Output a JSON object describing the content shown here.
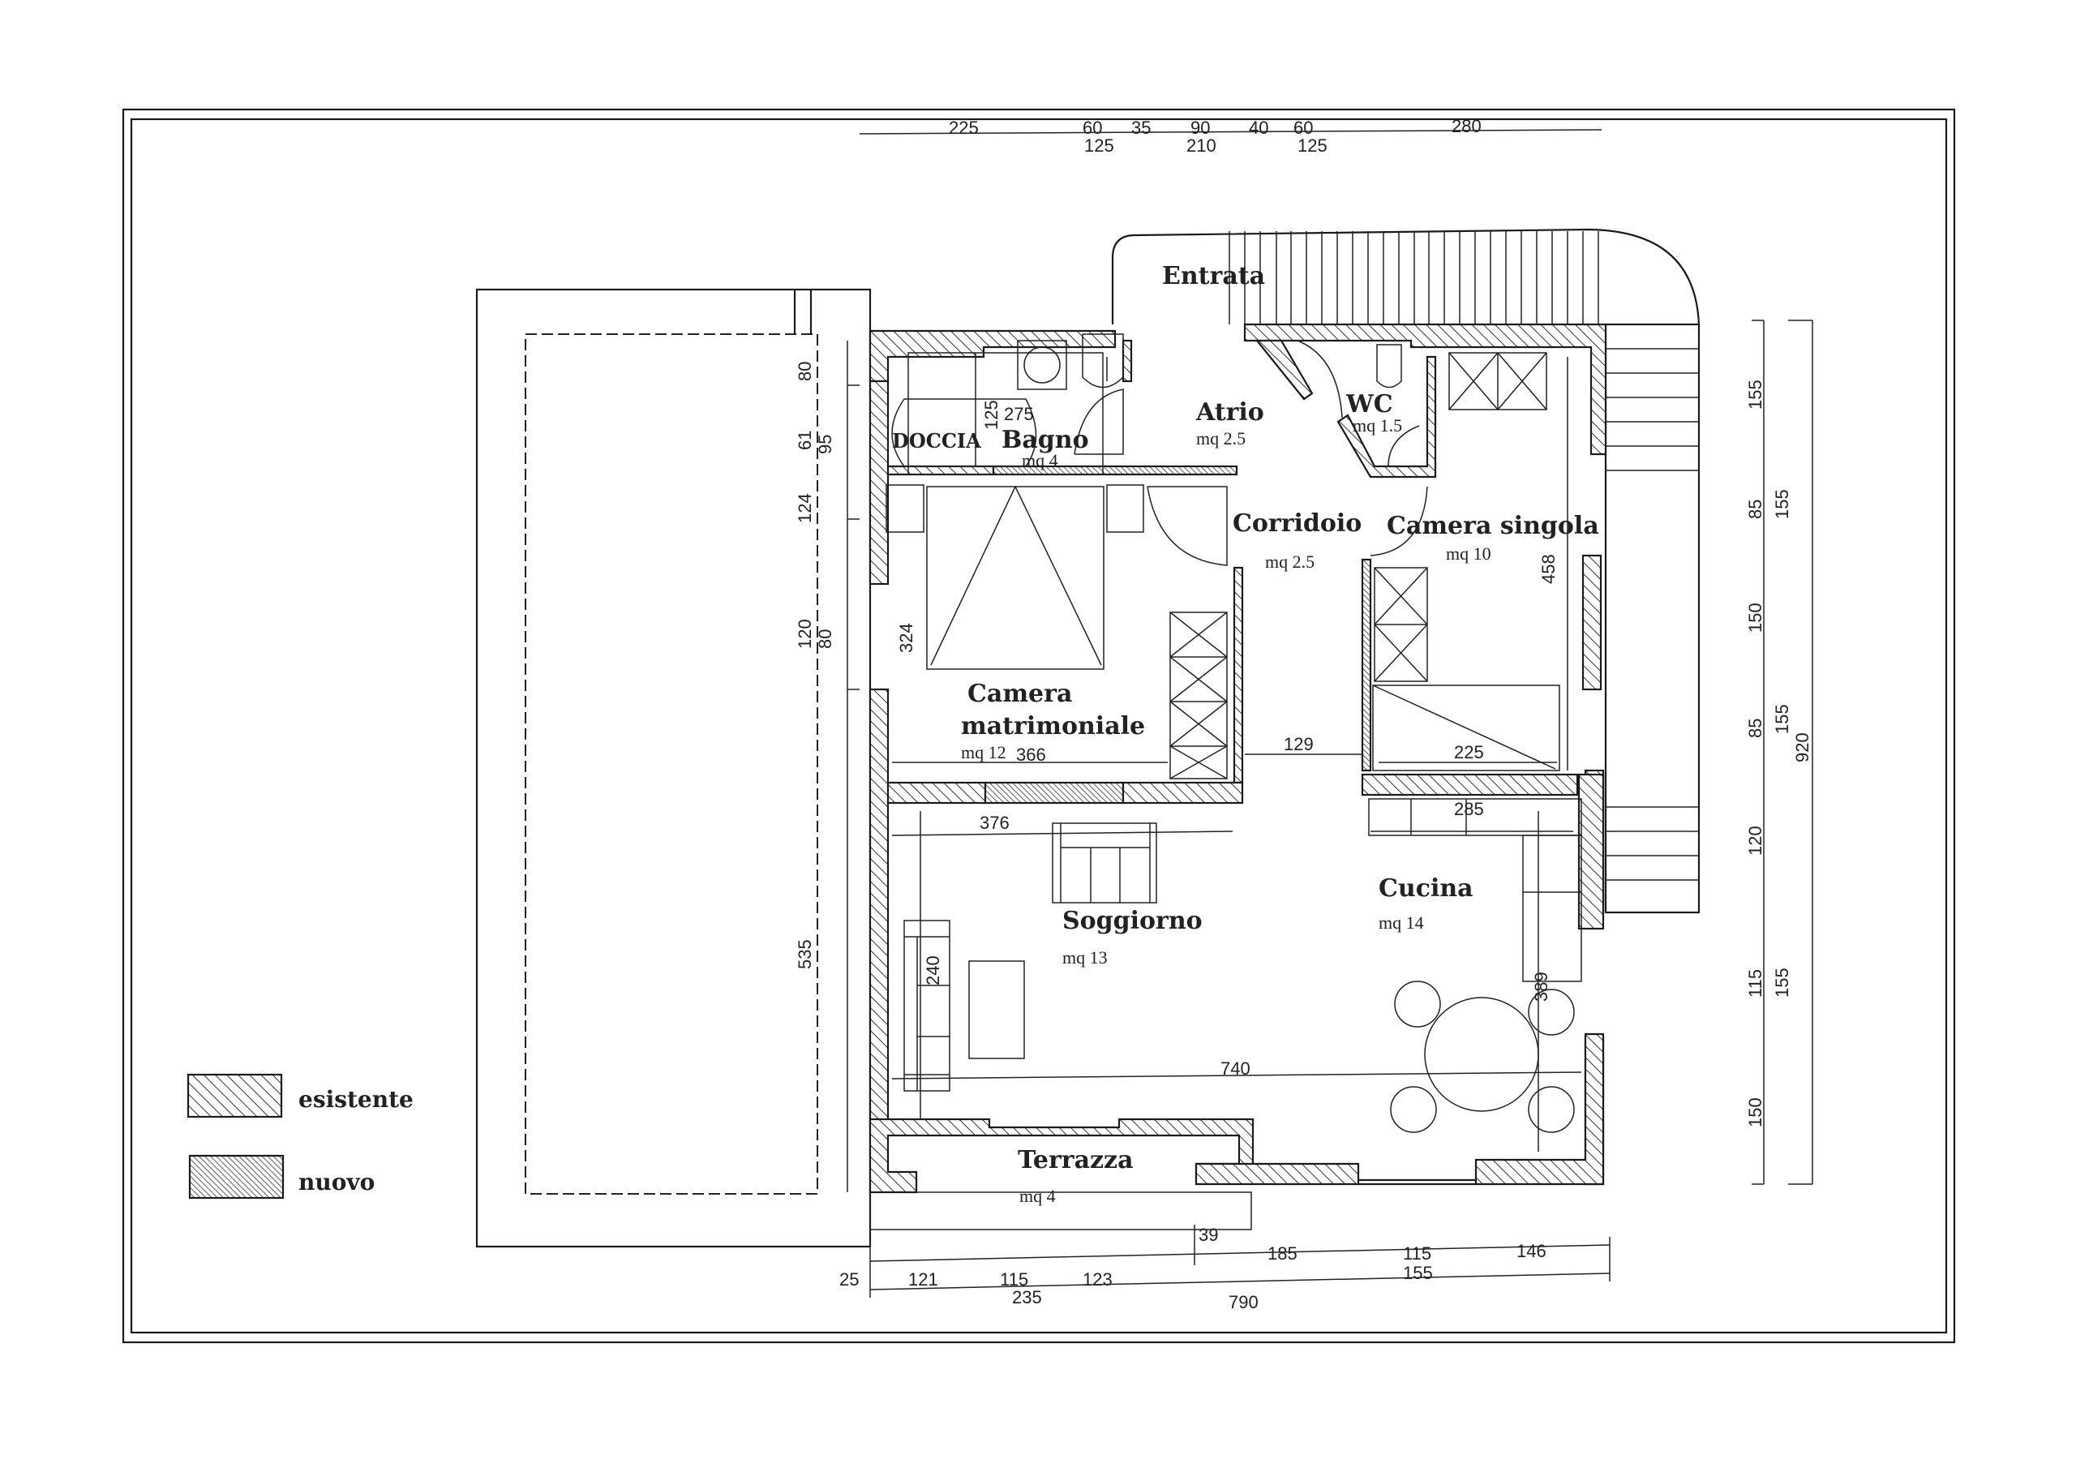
{
  "legend": {
    "existing_label": "esistente",
    "new_label": "nuovo"
  },
  "rooms": {
    "entrata": {
      "name": "Entrata"
    },
    "atrio": {
      "name": "Atrio",
      "area": "mq 2.5"
    },
    "wc": {
      "name": "WC",
      "area": "mq 1.5"
    },
    "bagno": {
      "name": "Bagno",
      "area": "mq 4",
      "doccia_label": "DOCCIA"
    },
    "corridoio": {
      "name": "Corridoio",
      "area": "mq 2.5"
    },
    "camera_singola": {
      "name": "Camera singola",
      "area": "mq 10"
    },
    "camera_matrimoniale": {
      "name_line1": "Camera",
      "name_line2": "matrimoniale",
      "area": "mq 12"
    },
    "soggiorno": {
      "name": "Soggiorno",
      "area": "mq 13"
    },
    "cucina": {
      "name": "Cucina",
      "area": "mq 14"
    },
    "terrazza": {
      "name": "Terrazza",
      "area": "mq 4"
    }
  },
  "dimensions": {
    "top_row1": [
      "225",
      "60",
      "35",
      "90",
      "40",
      "60",
      "280"
    ],
    "top_row2": [
      "125",
      "210",
      "125"
    ],
    "left_outer": [
      "80",
      "61",
      "124",
      "120",
      "535"
    ],
    "left_inner": [
      "95",
      "80"
    ],
    "right_inner": [
      "155",
      "85",
      "150",
      "85",
      "120",
      "115",
      "150"
    ],
    "right_mid": [
      "155",
      "155",
      "155"
    ],
    "right_total": "920",
    "bottom_row1": [
      "39",
      "185",
      "115",
      "146"
    ],
    "bottom_row1_sub": "155",
    "bottom_row2": [
      "25",
      "121",
      "115",
      "123"
    ],
    "bottom_row2_sub": "235",
    "bottom_total": "790",
    "interior": {
      "bagno_h": "125",
      "bagno_w": "275",
      "matrimoniale_h": "324",
      "matrimoniale_w": "366",
      "corridor_w": "129",
      "singola_h": "458",
      "singola_w": "225",
      "soggiorno_top": "376",
      "cucina_top": "285",
      "soggiorno_h": "240",
      "cucina_h": "389",
      "living_total": "740"
    }
  }
}
